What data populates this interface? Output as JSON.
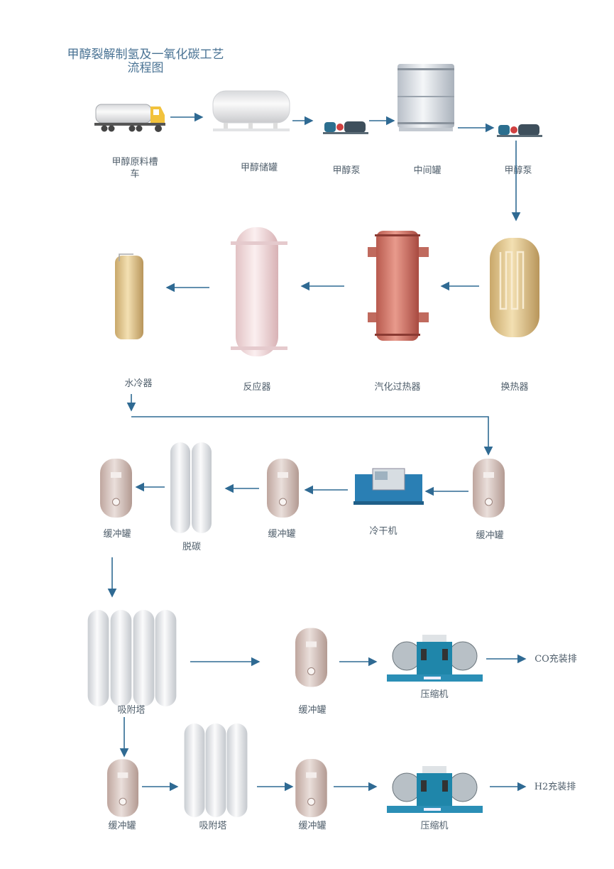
{
  "title": {
    "line1": "甲醇裂解制氢及一氧化碳工艺",
    "line2": "流程图"
  },
  "equipment": {
    "truck": {
      "line1": "甲醇原料槽",
      "line2": "车"
    },
    "storage_tank": "甲醇储罐",
    "pump1": "甲醇泵",
    "intermediate_tank": "中间罐",
    "pump2": "甲醇泵",
    "heat_exchanger": "换热器",
    "vaporizer": "汽化过热器",
    "reactor": "反应器",
    "water_cooler": "水冷器",
    "buffer1": "缓冲罐",
    "dryer": "冷干机",
    "buffer2": "缓冲罐",
    "decarb": "脱碳",
    "buffer3": "缓冲罐",
    "psa1": "吸附塔",
    "buffer4": "缓冲罐",
    "compressor1": "压缩机",
    "co_output": "CO充装排",
    "buffer5": "缓冲罐",
    "psa2": "吸附塔",
    "buffer6": "缓冲罐",
    "compressor2": "压缩机",
    "h2_output": "H2充装排"
  },
  "colors": {
    "arrow": "#2f6a93",
    "label": "#4f5e6b",
    "title": "#4a7394"
  }
}
